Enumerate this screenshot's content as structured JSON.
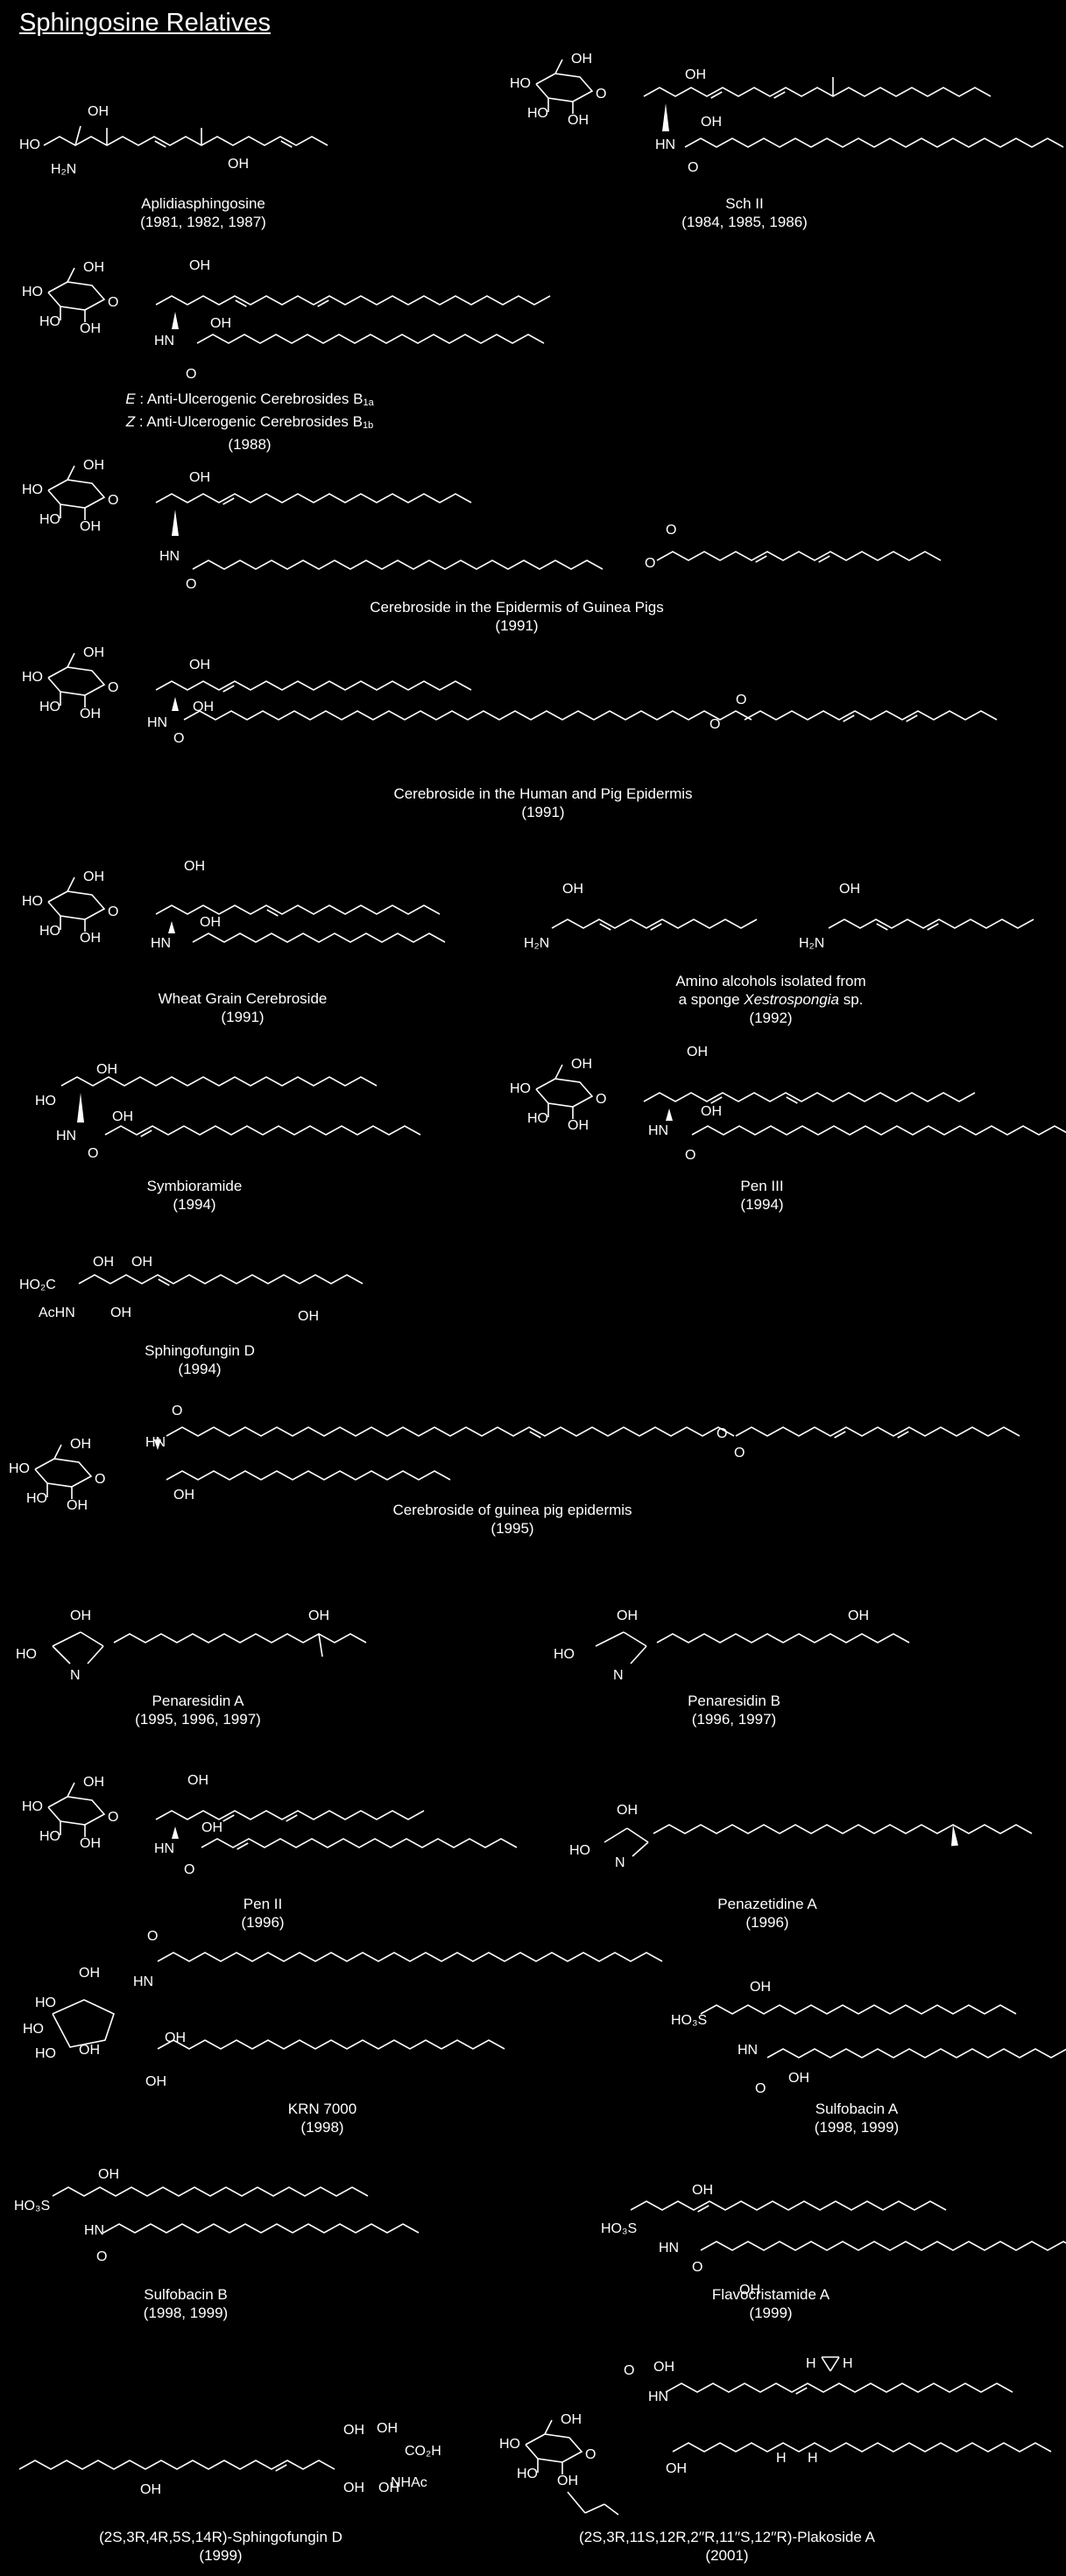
{
  "title": "Sphingosine Relatives",
  "compounds": [
    {
      "name": "Aplidiasphingosine",
      "years": "(1981, 1982, 1987)"
    },
    {
      "name": "Sch  II",
      "years": "(1984, 1985, 1986)"
    },
    {
      "name_e": "Anti-Ulcerogenic Cerebrosides B",
      "sub_e": "1a",
      "name_z": "Anti-Ulcerogenic Cerebrosides B",
      "sub_z": "1b",
      "prefix_e": "E",
      "prefix_z": "Z",
      "years": "(1988)"
    },
    {
      "name": "Cerebroside in the Epidermis of Guinea Pigs",
      "years": "(1991)"
    },
    {
      "name": "Cerebroside in the Human and Pig Epidermis",
      "years": "(1991)"
    },
    {
      "name": "Wheat Grain Cerebroside",
      "years": "(1991)"
    },
    {
      "line1": "Amino alcohols isolated from",
      "line2_pre": "a sponge ",
      "line2_em": "Xestrospongia",
      "line2_post": " sp.",
      "years": "(1992)"
    },
    {
      "name": "Symbioramide",
      "years": "(1994)"
    },
    {
      "name": "Pen III",
      "years": "(1994)"
    },
    {
      "name": "Sphingofungin D",
      "years": "(1994)"
    },
    {
      "name": "Cerebroside of guinea pig epidermis",
      "years": "(1995)"
    },
    {
      "name": "Penaresidin A",
      "years": "(1995, 1996, 1997)"
    },
    {
      "name": "Penaresidin B",
      "years": "(1996, 1997)"
    },
    {
      "name": "Pen II",
      "years": "(1996)"
    },
    {
      "name": "Penazetidine A",
      "years": "(1996)"
    },
    {
      "name": "KRN 7000",
      "years": "(1998)"
    },
    {
      "name": "Sulfobacin A",
      "years": "(1998, 1999)"
    },
    {
      "name": "Sulfobacin B",
      "years": "(1998, 1999)"
    },
    {
      "name": "Flavocristamide A",
      "years": "(1999)"
    },
    {
      "name": "(2S,3R,4R,5S,14R)-Sphingofungin D",
      "years": "(1999)"
    },
    {
      "name": "(2S,3R,11S,12R,2′′R,11′′S,12′′R)-Plakoside A",
      "years": "(2001)"
    }
  ],
  "atoms": {
    "ho": "HO",
    "oh": "OH",
    "o": "O",
    "h2n": "H₂N",
    "hn": "HN",
    "n": "N",
    "h": "H",
    "ho3s": "HO₃S",
    "ho2c": "HO₂C",
    "co2h": "CO₂H",
    "achn": "AcHN",
    "nhac": "NHAc"
  }
}
